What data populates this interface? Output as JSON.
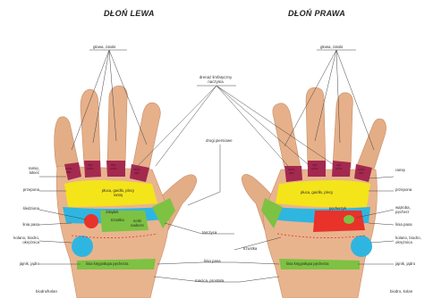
{
  "titles": {
    "left_hand": "DŁOŃ LEWA",
    "right_hand": "DŁOŃ PRAWA"
  },
  "labels": {
    "head_brain_left": "głowa, zatoki",
    "head_brain_right": "głowa, zatoki",
    "lymph_drainage": "drenaż limfatyczny\nnaczynia",
    "heart_lungs": "drogi piersiowe",
    "thyroid": "tarczyca",
    "pancreas": "trzustka",
    "spine": "linia pasa",
    "uterus_prostate": "macica, prostata"
  },
  "left_side_labels": [
    "ramię,\nłokieć",
    "przepona",
    "śledziona",
    "linia pasa",
    "kolano, biodro,\nokrężnica",
    "jajnik, jądro",
    "biodro/kolan"
  ],
  "right_side_labels": [
    "ramię",
    "przepona",
    "wątroba,\npęcherz",
    "linia pasa",
    "kolano, biodro,\nokrężnica",
    "jajnik, jądro",
    "biodro, kolan"
  ],
  "finger_zones_left": [
    "ucho\noko",
    "oko\nucho",
    "oko\nucho",
    "ucho\noko"
  ],
  "finger_zones_right": [
    "ucho\noko",
    "oko\nucho",
    "oko\nucho",
    "ucho\noko"
  ],
  "palm_zones_left": {
    "lungs": "płuca, gardło, plecy\nramię",
    "stomach": "żołądek",
    "kidney": "trzustka",
    "adrenal": "nerki\nnadnerc",
    "spine_bar": "linia kręgosłupa pęcherza"
  },
  "palm_zones_right": {
    "lungs": "płuca, gardło, plecy",
    "gallbladder": "pęcherzyk",
    "spine_bar": "linia kręgosłupa pęcherza"
  },
  "colors": {
    "skin": "#e8b48e",
    "skin_shadow": "#c98d66",
    "maroon": "#a3294f",
    "yellow": "#f4e41a",
    "cyan": "#2fb6e0",
    "green": "#7dc242",
    "red": "#e8322a",
    "line": "#444444"
  }
}
